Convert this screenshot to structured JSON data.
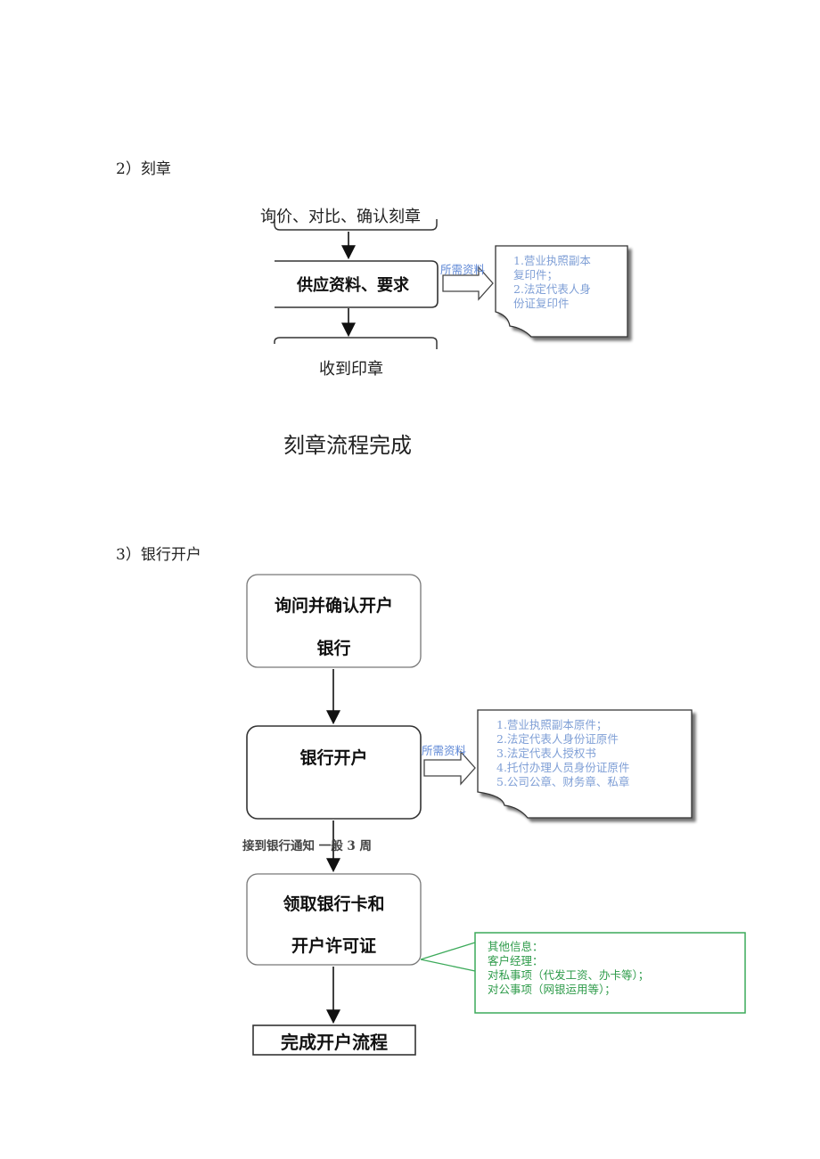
{
  "section2": {
    "heading": "2）刻章",
    "step1": "询价、对比、确认刻章",
    "step2": "供应资料、要求",
    "tag": "所需资料",
    "note": "1.营业执照副本\n复印件；\n2.法定代表人身\n份证复印件",
    "step3": "收到印章",
    "complete": "刻章流程完成"
  },
  "section3": {
    "heading": "3）银行开户",
    "box1_line1": "询问并确认开户",
    "box1_line2": "银行",
    "box2": "银行开户",
    "tag": "所需资料",
    "note": "1.营业执照副本原件；\n2.法定代表人身份证原件\n3.法定代表人授权书\n4.托付办理人员身份证原件\n5.公司公章、财务章、私章",
    "arrow_label": "接到银行通知  一般 3 周",
    "box3_line1": "领取银行卡和",
    "box3_line2": "开户许可证",
    "other_info": "其他信息：\n客户经理：\n对私事项（代发工资、办卡等）；\n对公事项（网银运用等）；",
    "box4": "完成开户流程"
  },
  "colors": {
    "note_text": "#7f9fd6",
    "tag_text": "#5d87d6",
    "callout_green": "#3caa5a",
    "box_border": "#333333"
  }
}
